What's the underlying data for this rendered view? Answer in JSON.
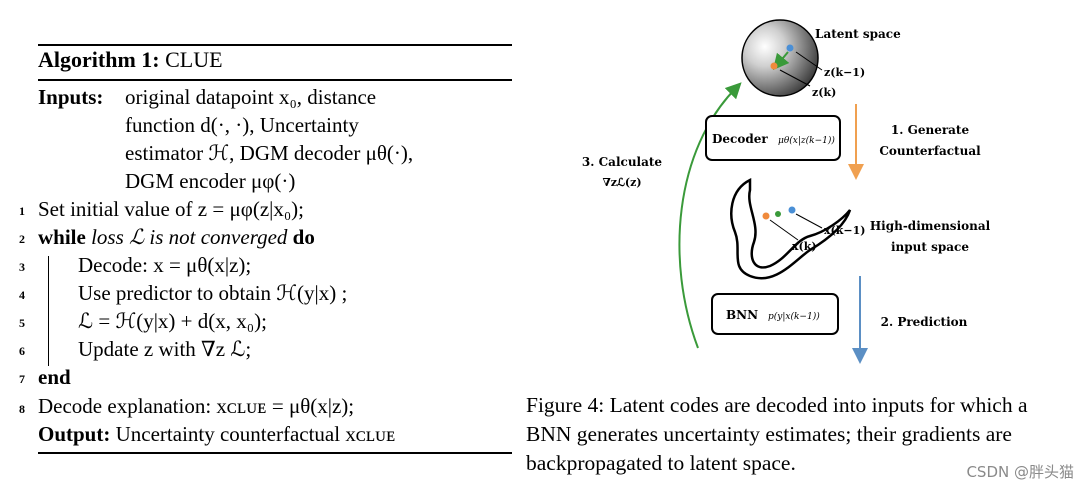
{
  "algorithm": {
    "title_bold": "Algorithm 1:",
    "title_text": "CLUE",
    "inputs_label": "Inputs:",
    "inputs_lines": [
      "original datapoint x₀, distance",
      "function d(·, ·), Uncertainty",
      "estimator ℋ, DGM decoder μθ(·),",
      "DGM encoder μφ(·)"
    ],
    "steps": [
      {
        "num": "1",
        "text": "Set initial value of z = μφ(z|x₀);"
      },
      {
        "num": "2",
        "kw_while": "while",
        "cond": "loss ℒ is not converged",
        "kw_do": "do"
      },
      {
        "num": "3",
        "text": "Decode: x = μθ(x|z);"
      },
      {
        "num": "4",
        "text": "Use predictor to obtain ℋ(y|x) ;"
      },
      {
        "num": "5",
        "text": "ℒ = ℋ(y|x) + d(x, x₀);"
      },
      {
        "num": "6",
        "text": "Update z with ∇z ℒ;"
      },
      {
        "num": "7",
        "kw_end": "end"
      },
      {
        "num": "8",
        "text": "Decode explanation: xᴄʟᴜᴇ = μθ(x|z);"
      }
    ],
    "output_label": "Output:",
    "output_text": "Uncertainty counterfactual xᴄʟᴜᴇ"
  },
  "figure": {
    "latent_label": "Latent space",
    "z_prev": "z(k−1)",
    "z_curr": "z(k)",
    "decoder_label": "Decoder",
    "decoder_math": "μθ(x|z(k−1))",
    "step1": [
      "1. Generate",
      "Counterfactual"
    ],
    "highdim": [
      "High-dimensional",
      "input space"
    ],
    "x_prev": "x(k−1)",
    "x_curr": "x(k)",
    "bnn_label": "BNN",
    "bnn_math": "p(y|x(k−1))",
    "step2": "2. Prediction",
    "step3": [
      "3. Calculate",
      "∇zℒ(z)"
    ]
  },
  "caption": "Figure 4: Latent codes are decoded into inputs for which a BNN generates uncertainty estimates; their gradients are backpropagated to latent space.",
  "watermark": "CSDN @胖头猫",
  "colors": {
    "blue_point": "#4a8fd6",
    "orange_point": "#f08a3c",
    "green_arrow": "#3a9a3a",
    "orange_arrow": "#f0a050",
    "blue_arrow": "#5b8fc4"
  }
}
